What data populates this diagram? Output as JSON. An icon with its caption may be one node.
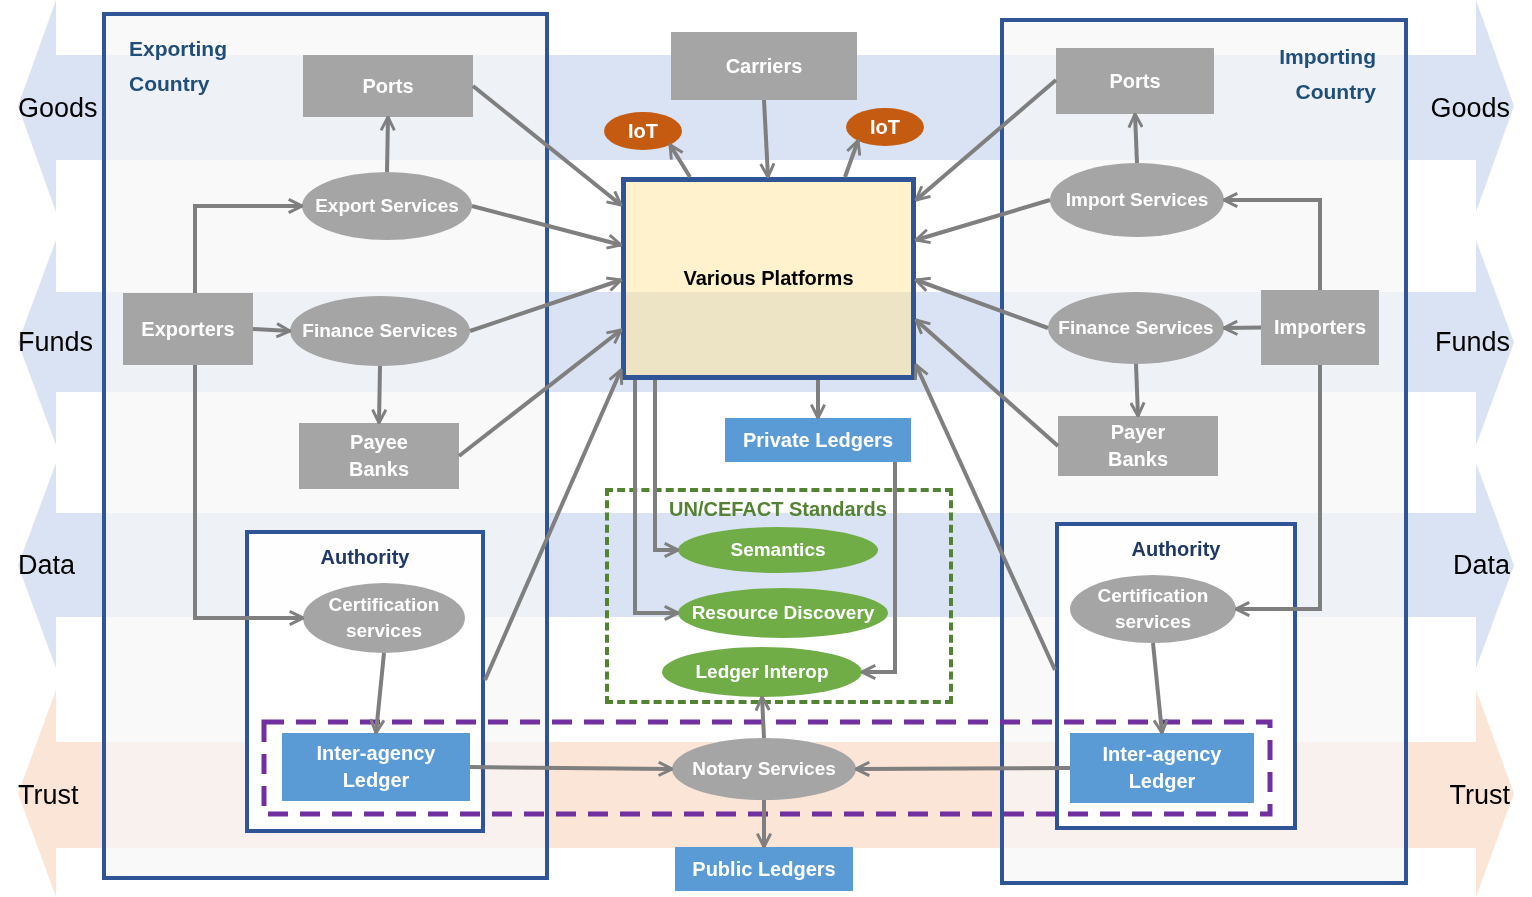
{
  "diagram": {
    "nodes": [
      {
        "text": [
          "Exporting Country"
        ]
      },
      {
        "text": [
          "Ports"
        ],
        "in": 0
      },
      {
        "text": [
          "Export Services"
        ],
        "in": 0
      },
      {
        "text": [
          "Exporters"
        ],
        "in": 0
      },
      {
        "text": [
          "Finance Services"
        ],
        "in": 0
      },
      {
        "text": [
          "Payee Banks"
        ],
        "in": 0
      },
      {
        "text": [
          "Authority"
        ],
        "in": 0
      },
      {
        "text": [
          "Certification services"
        ],
        "in": 6
      },
      {
        "text": [
          "Inter-agency Ledger"
        ],
        "in": 6
      },
      {
        "text": [
          "Carriers"
        ]
      },
      {
        "text": [
          "IoT"
        ]
      },
      {
        "text": [
          "IoT"
        ]
      },
      {
        "text": [
          "Various Platforms"
        ]
      },
      {
        "text": [
          "Private Ledgers"
        ]
      },
      {
        "text": [
          "UN/CEFACT Standards"
        ]
      },
      {
        "text": [
          "Semantics"
        ],
        "in": 14
      },
      {
        "text": [
          "Resource Discovery"
        ],
        "in": 14
      },
      {
        "text": [
          "Ledger Interop"
        ],
        "in": 14
      },
      {
        "text": [
          "Notary Services"
        ]
      },
      {
        "text": [
          "Public Ledgers"
        ]
      },
      {
        "text": [
          "Importing Country"
        ]
      },
      {
        "text": [
          "Ports"
        ],
        "in": 20
      },
      {
        "text": [
          "Import Services"
        ],
        "in": 20
      },
      {
        "text": [
          "Finance Services"
        ],
        "in": 20
      },
      {
        "text": [
          "Importers"
        ],
        "in": 20
      },
      {
        "text": [
          "Payer Banks"
        ],
        "in": 20
      },
      {
        "text": [
          "Authority"
        ],
        "in": 20
      },
      {
        "text": [
          "Certification services"
        ],
        "in": 26
      },
      {
        "text": [
          "Inter-agency Ledger"
        ],
        "in": 26
      }
    ],
    "labels": [
      "Goods",
      "Goods",
      "Funds",
      "Funds",
      "Data",
      "Data",
      "Trust",
      "Trust"
    ],
    "edges": [
      {
        "from": 2,
        "to": 1,
        "arrow": "to"
      },
      {
        "from": 3,
        "to": 2,
        "arrow": "to"
      },
      {
        "from": 3,
        "to": 4,
        "arrow": "to"
      },
      {
        "from": 3,
        "to": 7,
        "arrow": "to"
      },
      {
        "from": 4,
        "to": 5,
        "arrow": "to"
      },
      {
        "from": 1,
        "to": 12,
        "arrow": "to"
      },
      {
        "from": 2,
        "to": 12,
        "arrow": "to"
      },
      {
        "from": 4,
        "to": 12,
        "arrow": "to"
      },
      {
        "from": 5,
        "to": 12,
        "arrow": "to"
      },
      {
        "from": 6,
        "to": 12,
        "arrow": "to"
      },
      {
        "from": 7,
        "to": 8,
        "arrow": "to"
      },
      {
        "from": 8,
        "to": 18,
        "arrow": "to"
      },
      {
        "from": 9,
        "to": 12,
        "arrow": "to"
      },
      {
        "from": 12,
        "to": 10,
        "arrow": "to"
      },
      {
        "from": 12,
        "to": 11,
        "arrow": "to"
      },
      {
        "from": 12,
        "to": 13,
        "arrow": "to"
      },
      {
        "from": 12,
        "to": 15,
        "arrow": "to"
      },
      {
        "from": 12,
        "to": 16,
        "arrow": "to"
      },
      {
        "from": 13,
        "to": 17,
        "arrow": "to"
      },
      {
        "from": 18,
        "to": 17,
        "arrow": "to"
      },
      {
        "from": 18,
        "to": 19,
        "arrow": "to"
      },
      {
        "from": 28,
        "to": 18,
        "arrow": "to"
      },
      {
        "from": 21,
        "to": 12,
        "arrow": "to"
      },
      {
        "from": 22,
        "to": 12,
        "arrow": "to"
      },
      {
        "from": 23,
        "to": 12,
        "arrow": "to"
      },
      {
        "from": 25,
        "to": 12,
        "arrow": "to"
      },
      {
        "from": 26,
        "to": 12,
        "arrow": "to"
      },
      {
        "from": 22,
        "to": 21,
        "arrow": "to"
      },
      {
        "from": 24,
        "to": 22,
        "arrow": "to"
      },
      {
        "from": 24,
        "to": 23,
        "arrow": "to"
      },
      {
        "from": 24,
        "to": 27,
        "arrow": "to"
      },
      {
        "from": 23,
        "to": 25,
        "arrow": "to"
      },
      {
        "from": 27,
        "to": 28,
        "arrow": "to"
      }
    ]
  }
}
